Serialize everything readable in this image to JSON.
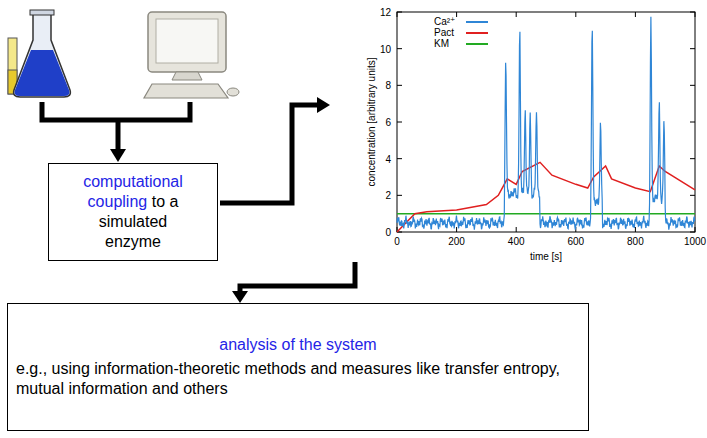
{
  "diagram": {
    "nodes": [
      {
        "text": [
          "computational coupling",
          "to a simulated enzyme"
        ]
      },
      {
        "text": [
          "analysis of the system",
          "e.g., using information-theoretic methods and measures like transfer entropy, mutual information and others"
        ]
      }
    ],
    "labels": [
      "12",
      "10",
      "8",
      "6",
      "4",
      "2",
      "0",
      "0",
      "200",
      "400",
      "600",
      "800",
      "1000",
      "time [s]",
      "concentration [arbitrary units]"
    ],
    "legend": [
      {
        "text": "Ca²⁺",
        "color": "#2f86d6"
      },
      {
        "text": "Pact",
        "color": "#e02020"
      },
      {
        "text": "KM",
        "color": "#22aa22"
      }
    ]
  }
}
